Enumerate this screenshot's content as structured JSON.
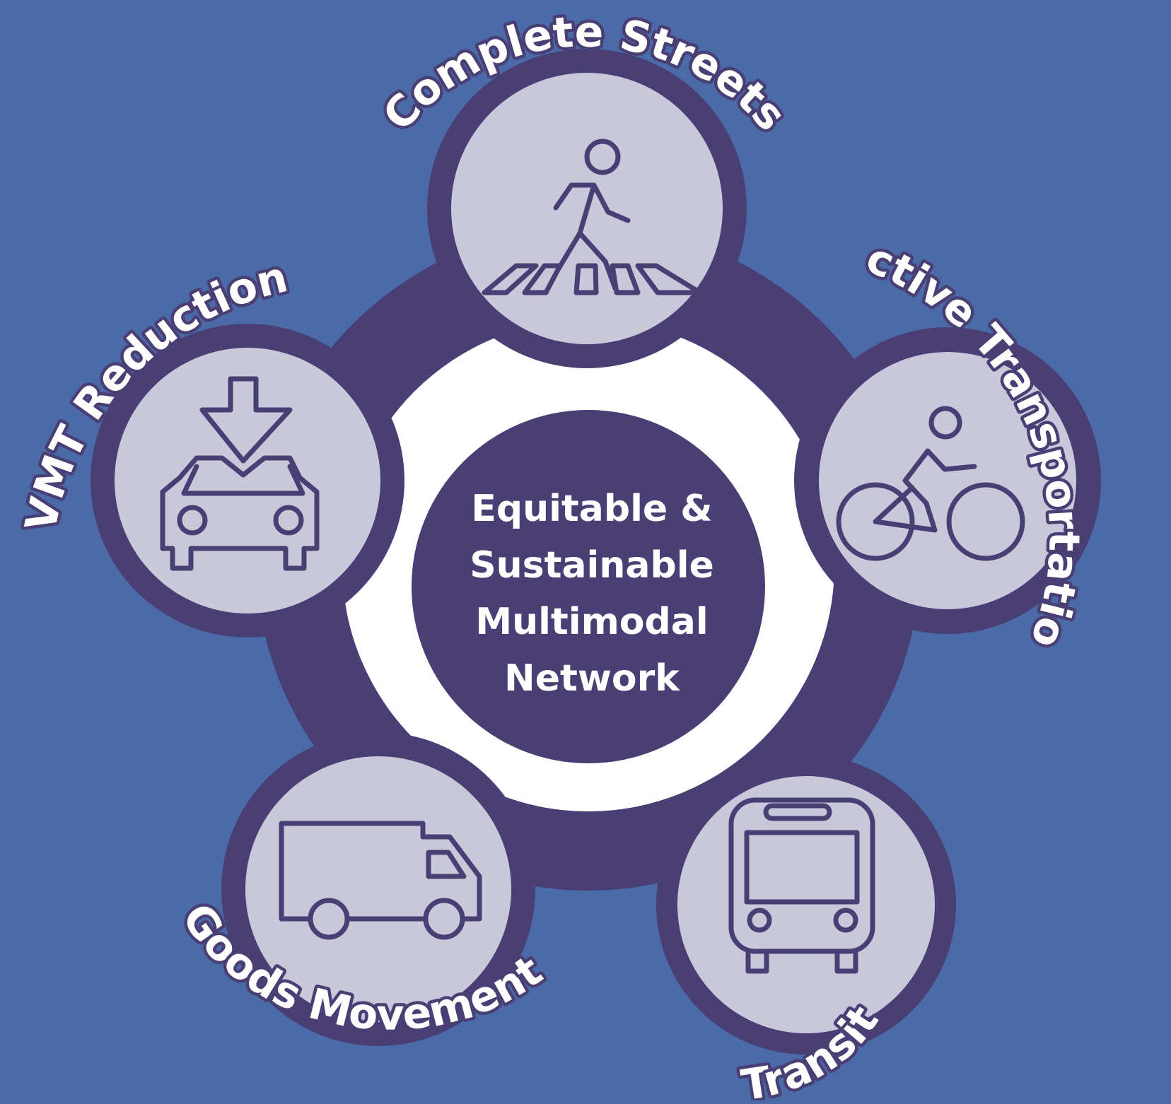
{
  "center": {
    "lines": [
      "Equitable &",
      "Sustainable",
      "Multimodal",
      "Network"
    ]
  },
  "nodes": [
    {
      "label": "Complete Streets",
      "icon": "pedestrian-crosswalk-icon"
    },
    {
      "label": "Active Transportation",
      "icon": "bicycle-rider-icon"
    },
    {
      "label": "Transit",
      "icon": "bus-icon"
    },
    {
      "label": "Goods Movement",
      "icon": "delivery-truck-icon"
    },
    {
      "label": "VMT Reduction",
      "icon": "car-down-arrow-icon"
    }
  ],
  "colors": {
    "background": "#4a6ba8",
    "dark_purple": "#4a3f74",
    "light_lavender": "#c9c8da",
    "white": "#ffffff"
  }
}
